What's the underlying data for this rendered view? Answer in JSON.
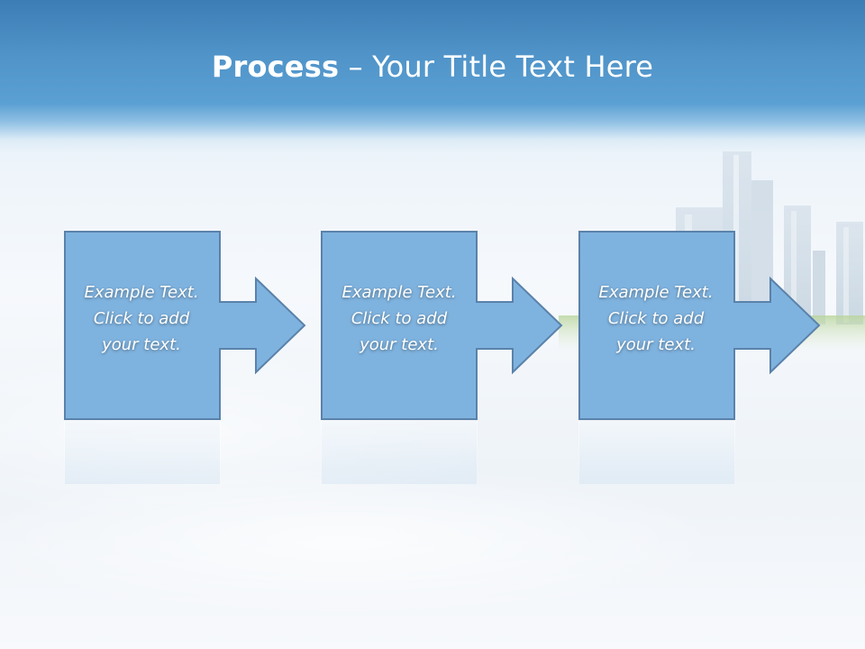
{
  "slide": {
    "title_bold": "Process",
    "title_rest": " – Your Title Text Here"
  },
  "steps": [
    {
      "line1": "Example Text.",
      "line2": "Click  to add",
      "line3": "your text."
    },
    {
      "line1": "Example Text.",
      "line2": "Click  to add",
      "line3": "your text."
    },
    {
      "line1": "Example Text.",
      "line2": "Click  to add",
      "line3": "your text."
    }
  ],
  "colors": {
    "shape_fill": "#7fb3df",
    "shape_stroke": "#5a82aa",
    "title_band": "#4f93c8",
    "text": "#ffffff"
  }
}
